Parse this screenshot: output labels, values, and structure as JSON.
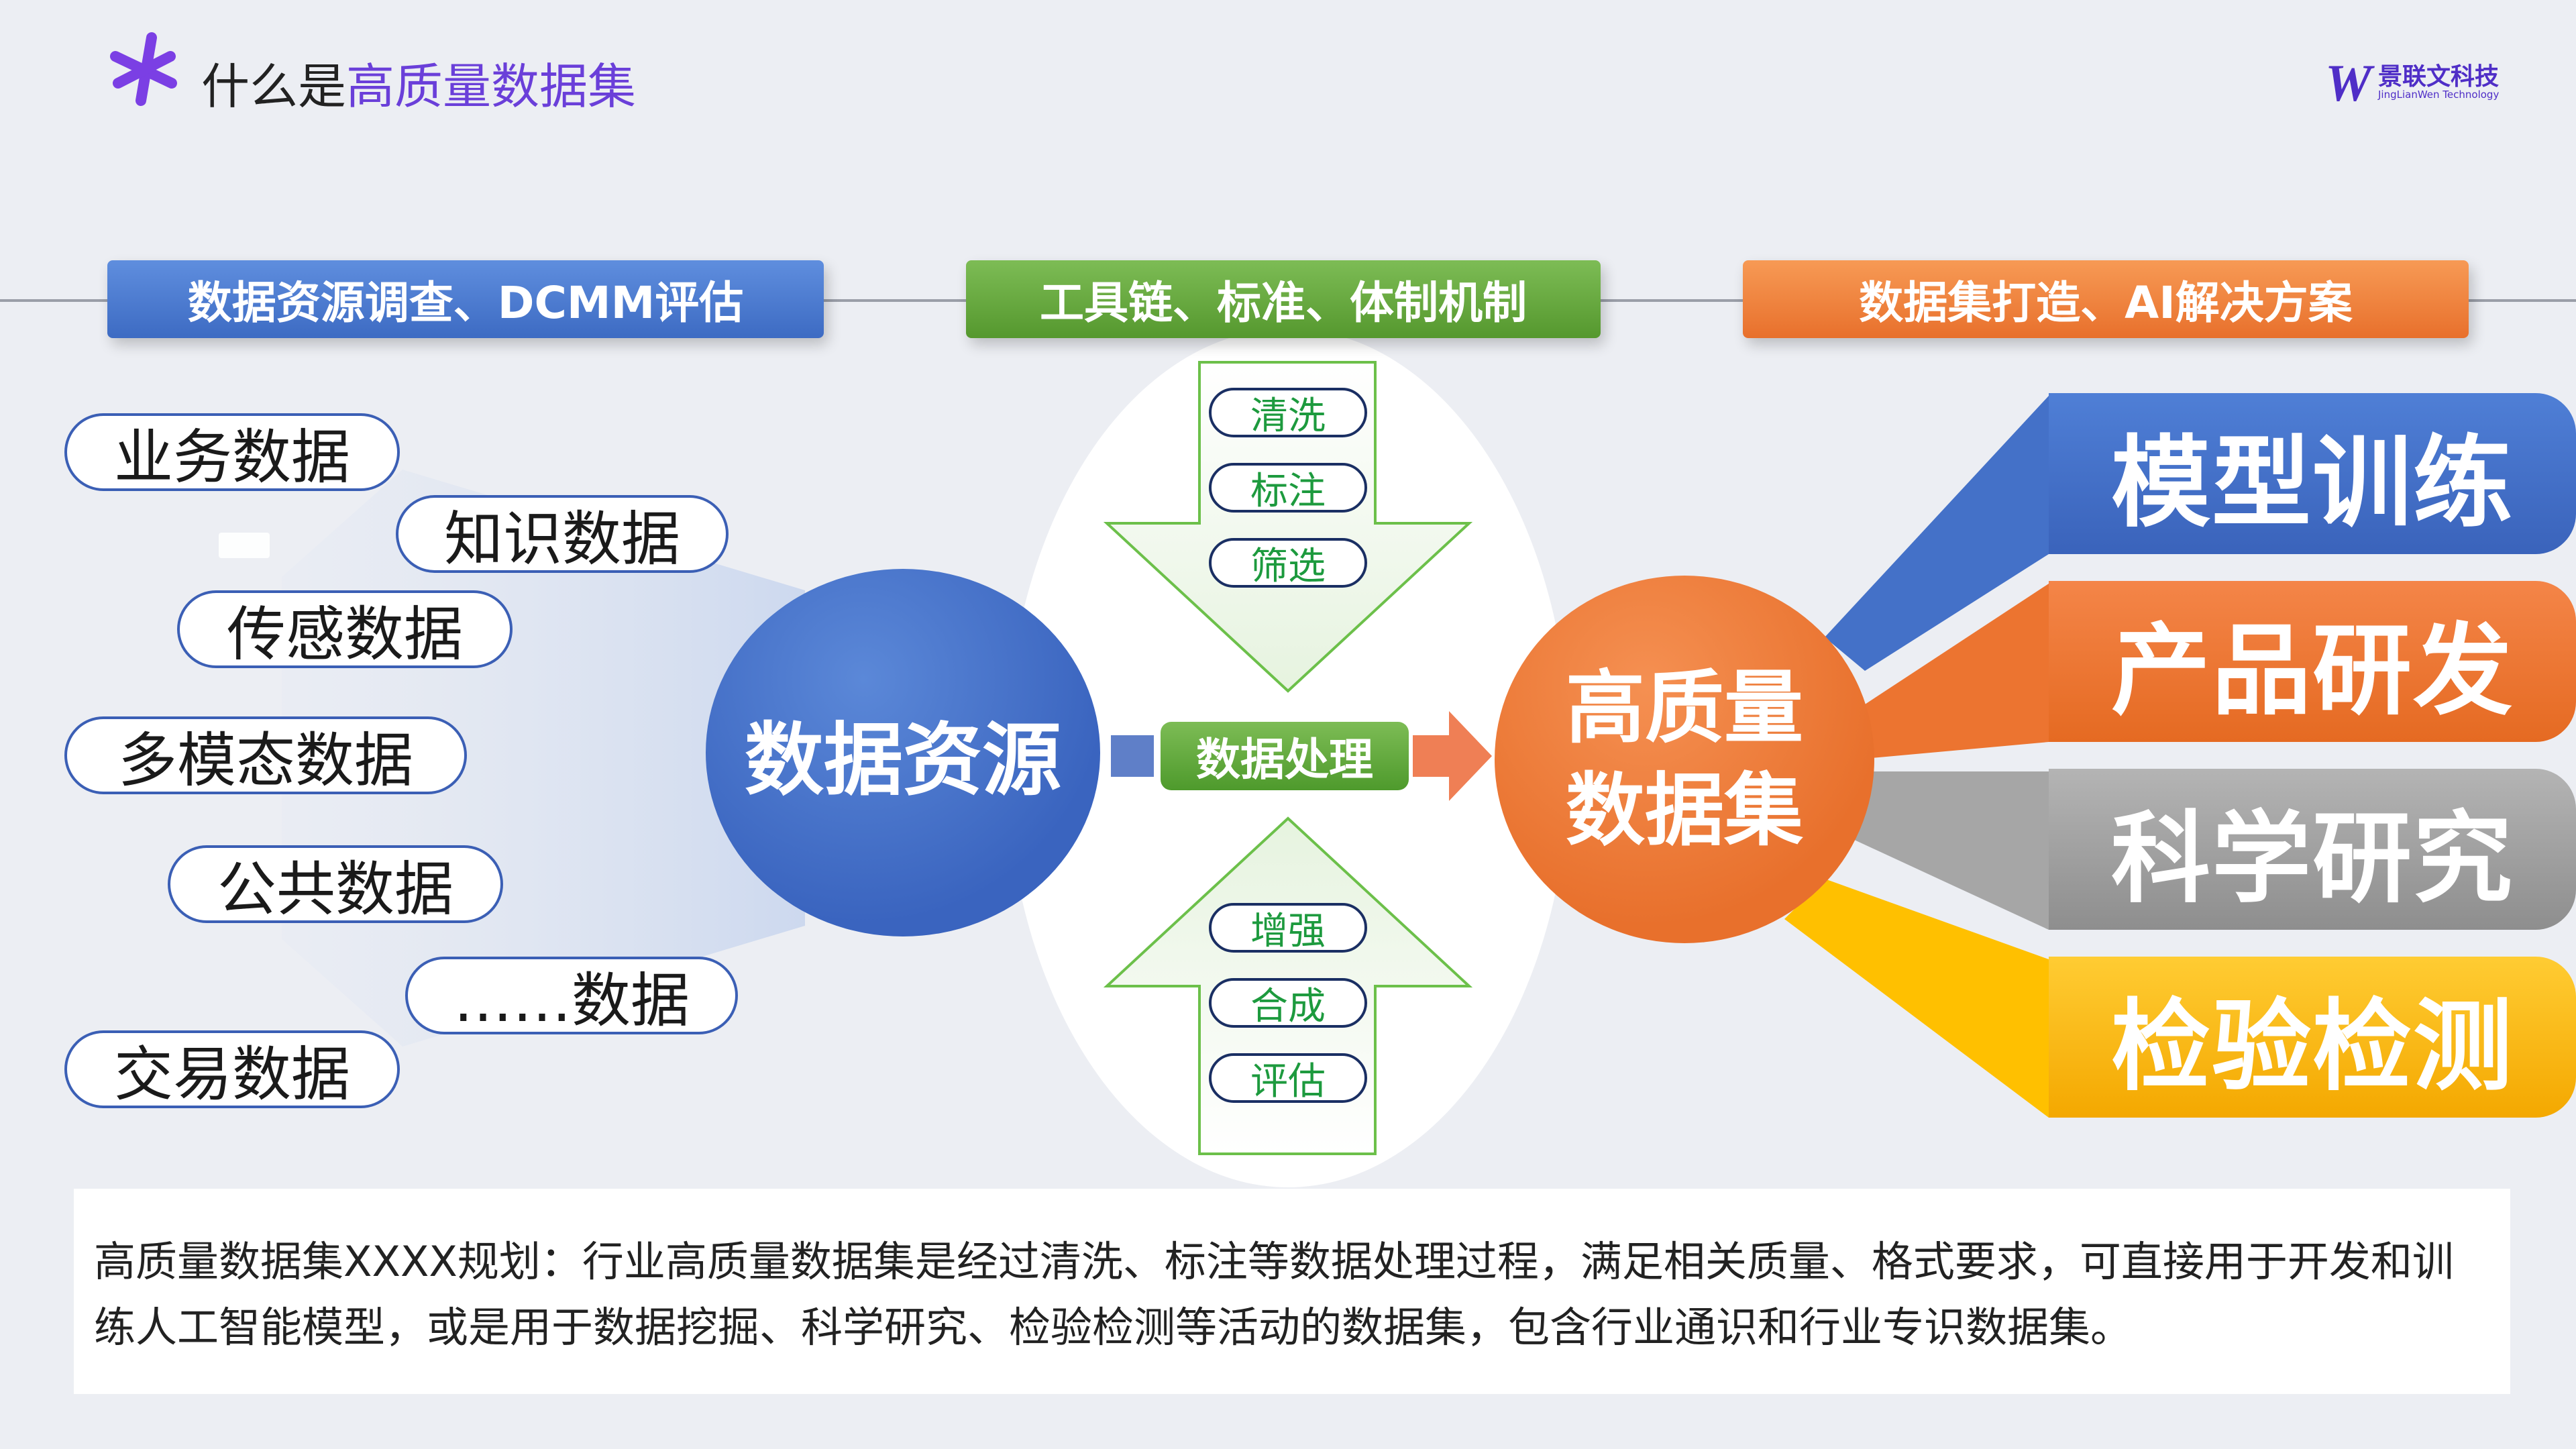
{
  "header": {
    "title_prefix": "什么是",
    "title_highlight": "高质量数据集",
    "brand_name": "景联文科技",
    "brand_sub": "JingLianWen Technology"
  },
  "banners": [
    "数据资源调查、DCMM评估",
    "工具链、标准、体制机制",
    "数据集打造、AI解决方案"
  ],
  "sources": [
    "业务数据",
    "知识数据",
    "传感数据",
    "多模态数据",
    "公共数据",
    "……数据",
    "交易数据"
  ],
  "process": {
    "top_steps": [
      "清洗",
      "标注",
      "筛选"
    ],
    "bottom_steps": [
      "增强",
      "合成",
      "评估"
    ],
    "middle_label": "数据处理"
  },
  "circles": {
    "source": "数据资源",
    "output_line1": "高质量",
    "output_line2": "数据集"
  },
  "outputs": [
    "模型训练",
    "产品研发",
    "科学研究",
    "检验检测"
  ],
  "description": {
    "text": "高质量数据集XXXX规划：行业高质量数据集是经过清洗、标注等数据处理过程，满足相关质量、格式要求，可直接用于开发和训练人工智能模型，或是用于数据挖掘、科学研究、检验检测等活动的数据集，包含行业通识和行业专识数据集。"
  },
  "colors": {
    "blue": "#3d6bc3",
    "green": "#55982e",
    "orange": "#e8702c",
    "gray": "#8e8e8e",
    "yellow": "#f4a800",
    "purple": "#6a3fd9"
  }
}
